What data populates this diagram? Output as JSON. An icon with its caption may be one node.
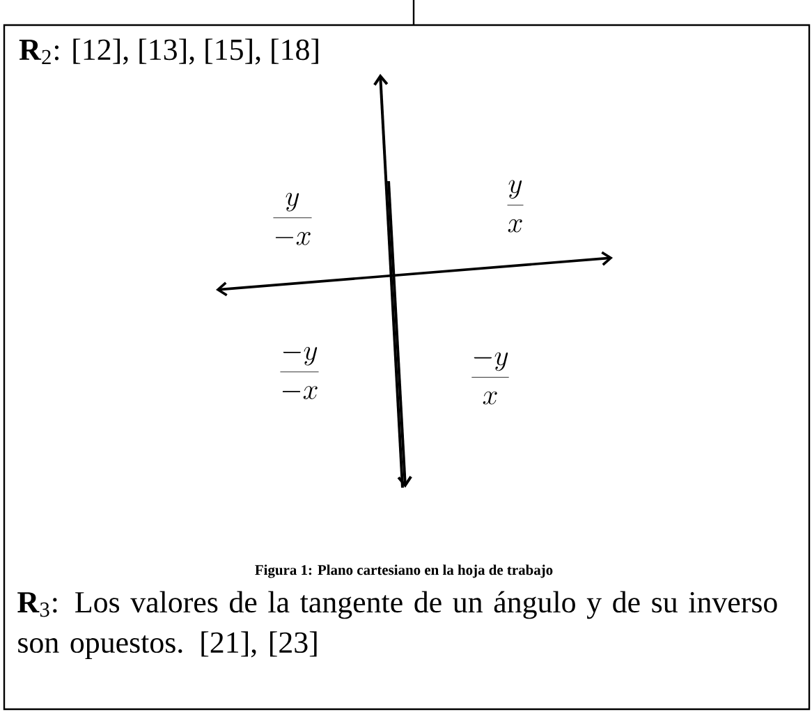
{
  "diagram": {
    "caption": "Figura 1: Plano cartesiano en la hoja de trabajo",
    "labels": [
      "**R**$_{2}$: [12], [13], [15], [18]",
      "\\frac{y}{-x}",
      "\\frac{y}{x}",
      "\\frac{-y}{-x}",
      "\\frac{-y}{x}",
      "**R**$_{3}$: Los valores de la tangente de un ángulo y de su inverso son opuestos. [21], [23]"
    ]
  }
}
